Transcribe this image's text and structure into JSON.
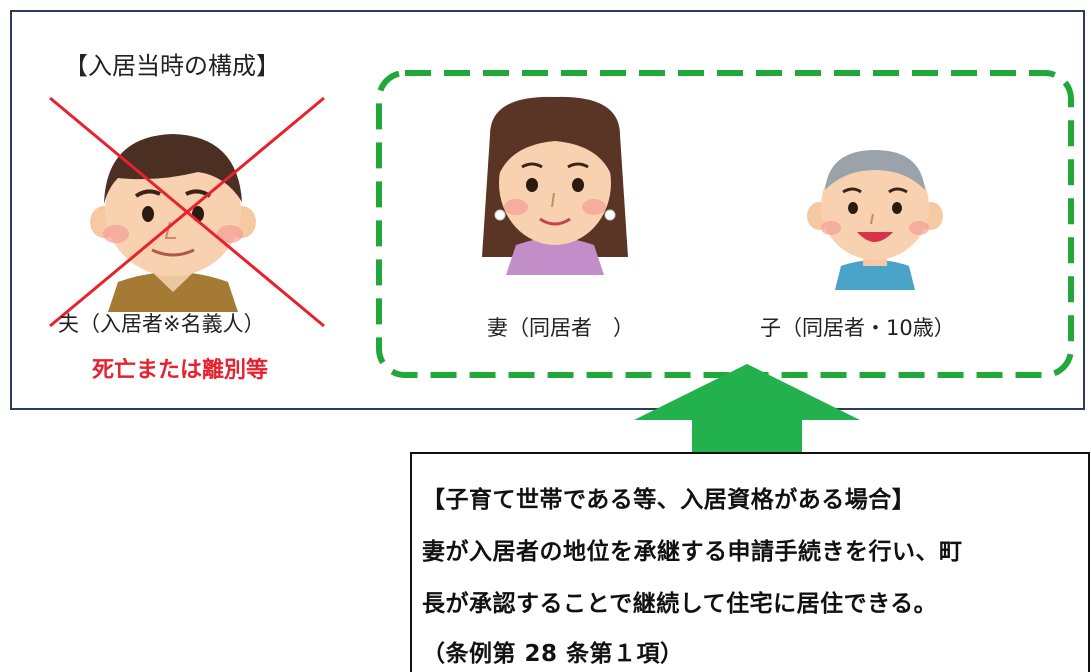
{
  "frame": {
    "title": "【入居当時の構成】"
  },
  "people": {
    "husband": {
      "label": "夫（入居者※名義人）",
      "status": "死亡または離別等"
    },
    "wife": {
      "label": "妻（同居者　）"
    },
    "child": {
      "label": "子（同居者・10歳）"
    }
  },
  "note": {
    "lines": [
      "【子育て世帯である等、入居資格がある場合】",
      "妻が入居者の地位を承継する申請手続きを行い、町",
      "長が承認することで継続して住宅に居住できる。",
      "（条例第 28 条第１項）"
    ]
  },
  "colors": {
    "frame_border": "#2c3e57",
    "dashed_border": "#22a83a",
    "arrow": "#22b14c",
    "cross": "#e8212f",
    "status_text": "#e8212f"
  },
  "icons": {
    "husband": "man-face-icon",
    "wife": "woman-face-icon",
    "child": "child-face-icon",
    "cross": "red-cross-icon",
    "arrow": "up-arrow-icon"
  }
}
